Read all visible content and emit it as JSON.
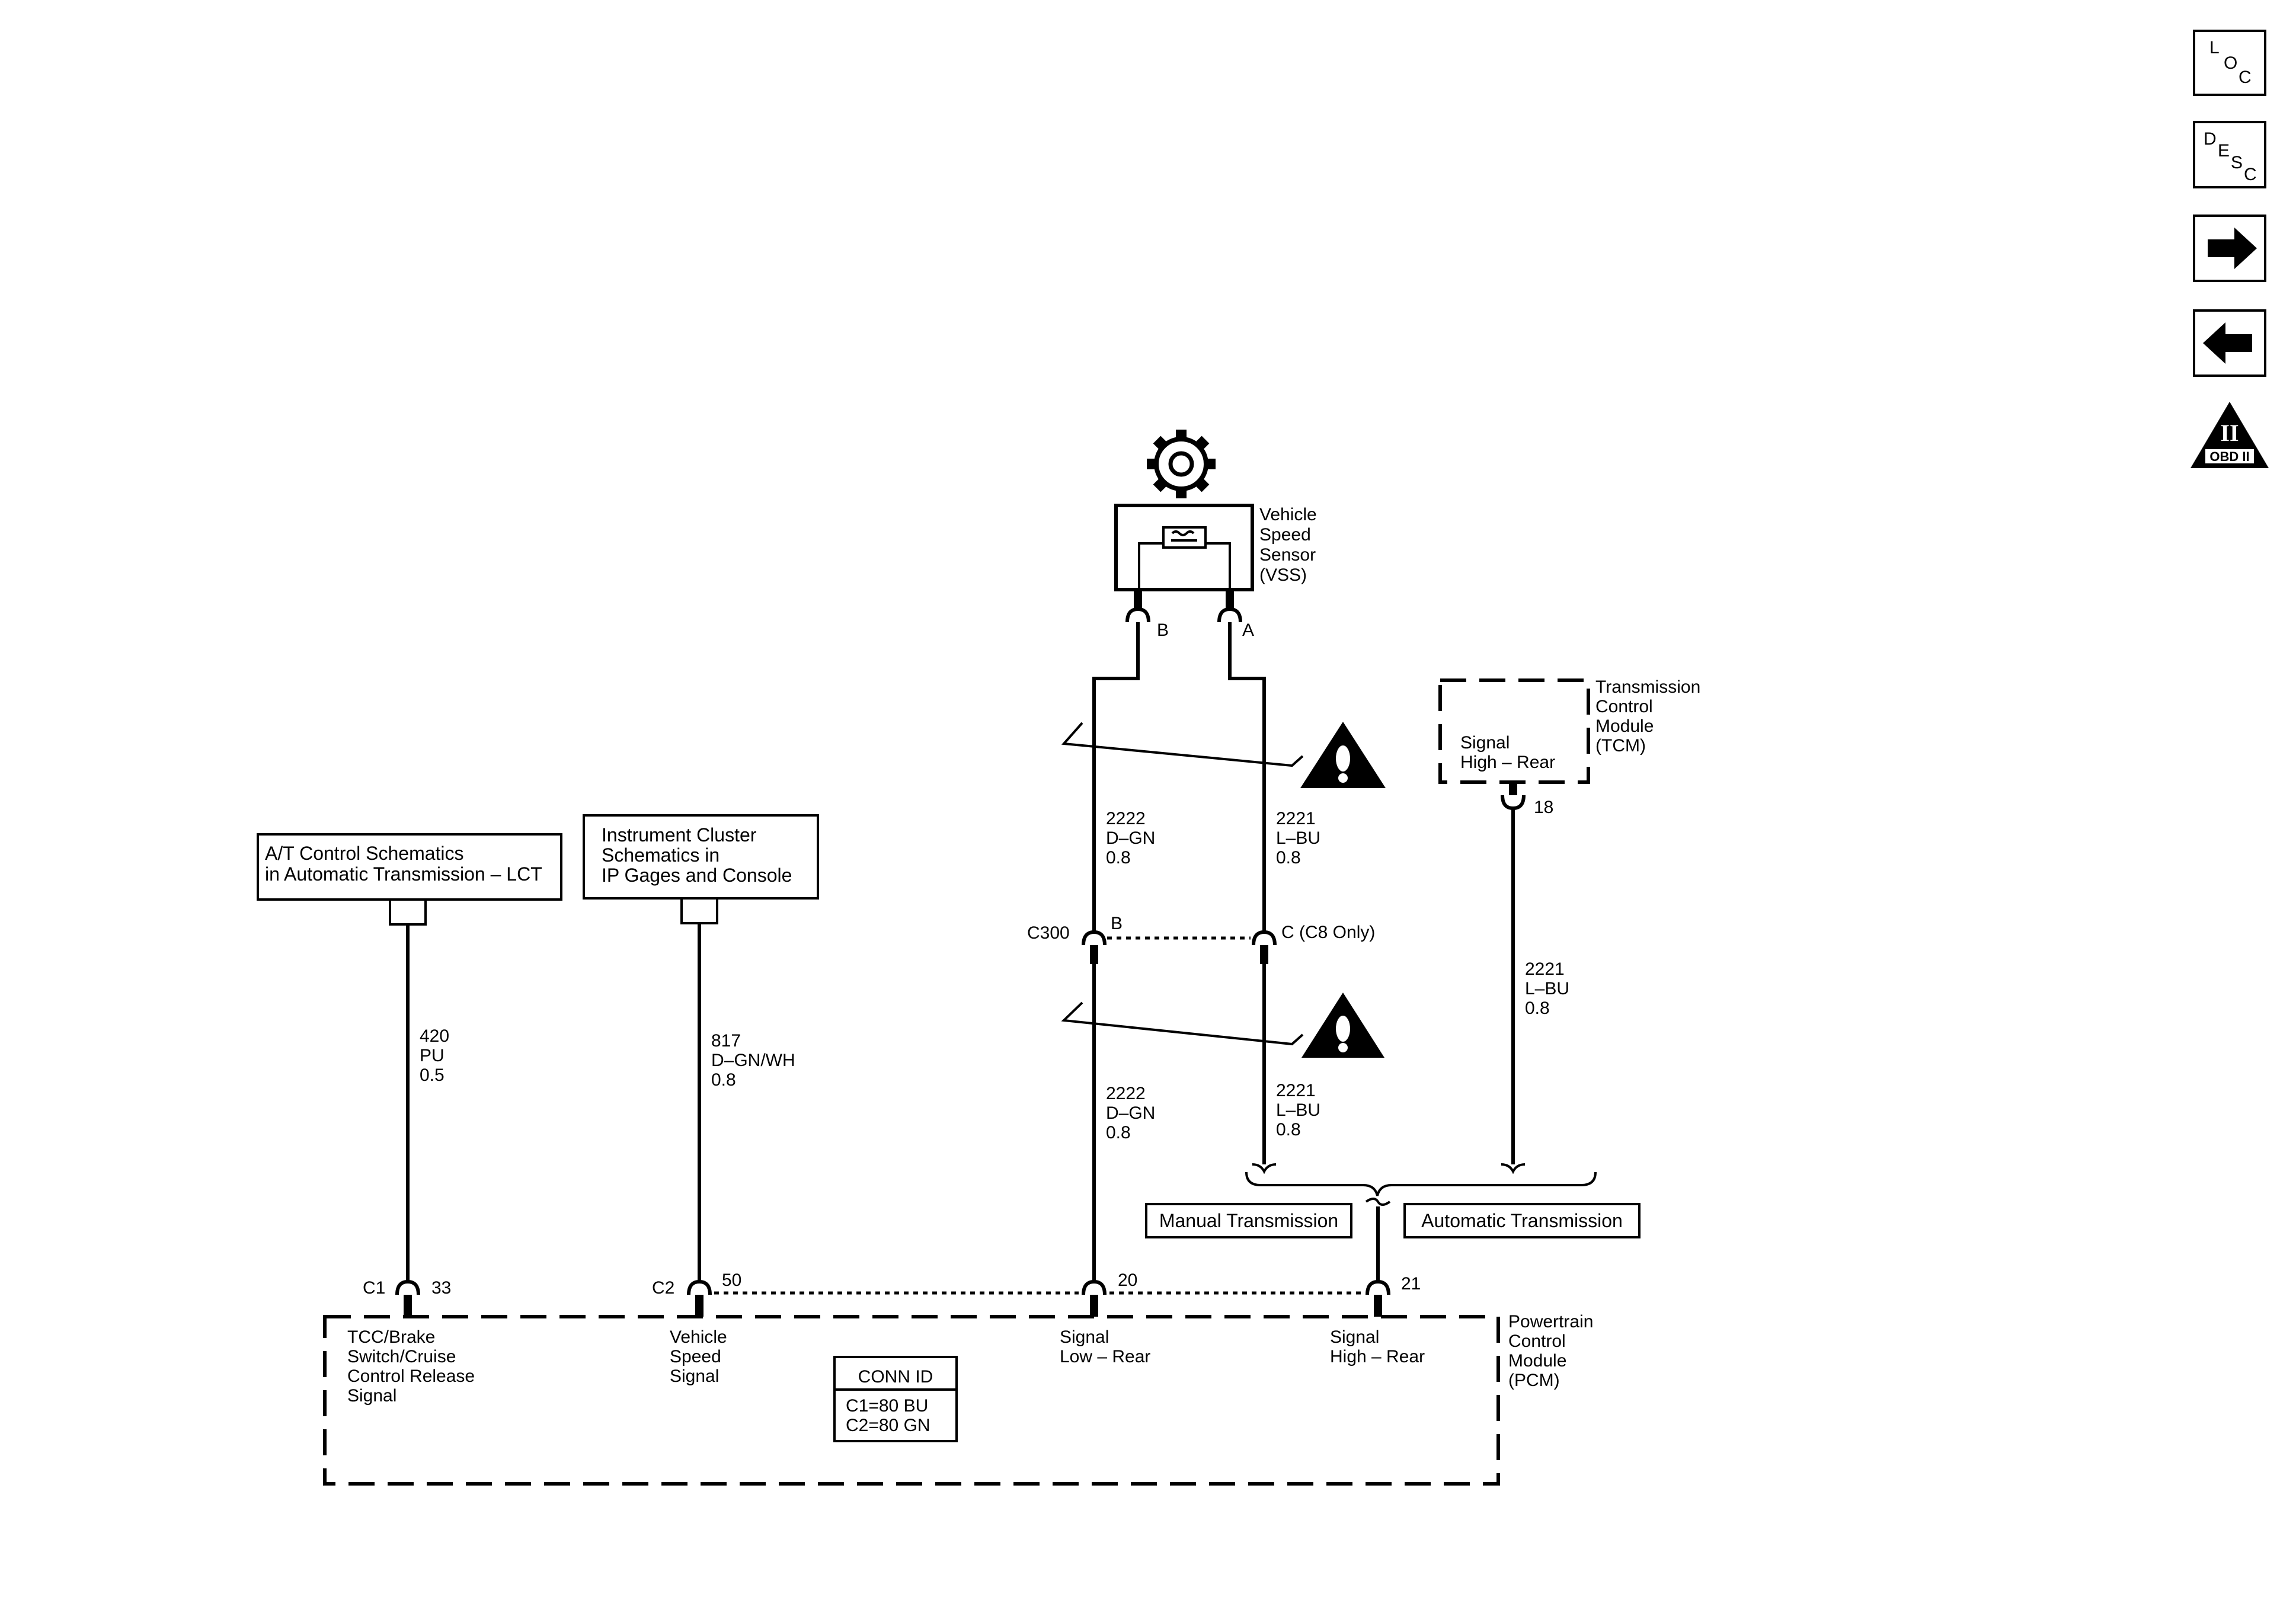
{
  "nav": {
    "loc_icon": "LOC",
    "loc_letters": [
      "L",
      "O",
      "C"
    ],
    "desc_icon": "DESC",
    "desc_letters": [
      "D",
      "E",
      "S",
      "C"
    ],
    "next_icon": "arrow-right",
    "prev_icon": "arrow-left",
    "obd_numeral": "II",
    "obd_label": "OBD II"
  },
  "vss": {
    "lines": [
      "Vehicle",
      "Speed",
      "Sensor",
      "(VSS)"
    ],
    "pin_b": "B",
    "pin_a": "A",
    "icon": "gear-icon"
  },
  "tcm": {
    "lines": [
      "Transmission",
      "Control",
      "Module",
      "(TCM)"
    ],
    "signal_lines": [
      "Signal",
      "High – Rear"
    ],
    "pin": "18"
  },
  "ref_at": {
    "lines": [
      "A/T Control Schematics",
      "in Automatic Transmission – LCT"
    ]
  },
  "ref_ic": {
    "lines": [
      "Instrument Cluster",
      "Schematics in",
      "IP Gages and Console"
    ]
  },
  "wires": {
    "w420": [
      "420",
      "PU",
      "0.5"
    ],
    "w817": [
      "817",
      "D–GN/WH",
      "0.8"
    ],
    "w2222_upper": [
      "2222",
      "D–GN",
      "0.8"
    ],
    "w2221_upper": [
      "2221",
      "L–BU",
      "0.8"
    ],
    "w2222_lower": [
      "2222",
      "D–GN",
      "0.8"
    ],
    "w2221_lower": [
      "2221",
      "L–BU",
      "0.8"
    ],
    "w2221_tcm": [
      "2221",
      "L–BU",
      "0.8"
    ]
  },
  "c300": {
    "name": "C300",
    "pin_b": "B",
    "pin_c": "C (C8 Only)"
  },
  "options": {
    "manual": "Manual Transmission",
    "automatic": "Automatic Transmission"
  },
  "pcm": {
    "lines": [
      "Powertrain",
      "Control",
      "Module",
      "(PCM)"
    ],
    "c1": "C1",
    "c1_pin": "33",
    "c2": "C2",
    "c2_pin": "50",
    "pin20": "20",
    "pin21": "21",
    "sig1": [
      "TCC/Brake",
      "Switch/Cruise",
      "Control Release",
      "Signal"
    ],
    "sig2": [
      "Vehicle",
      "Speed",
      "Signal"
    ],
    "sig3": [
      "Signal",
      "Low – Rear"
    ],
    "sig4": [
      "Signal",
      "High – Rear"
    ],
    "conn_id_title": "CONN ID",
    "conn_ids": [
      "C1=80 BU",
      "C2=80 GN"
    ]
  },
  "warnings": {
    "icon": "caution-triangle-icon"
  }
}
